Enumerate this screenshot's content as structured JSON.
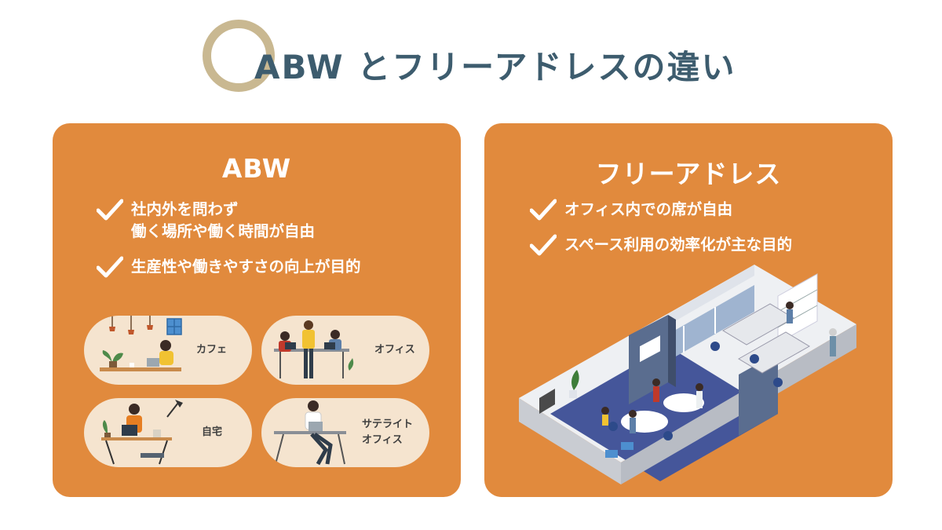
{
  "header": {
    "title": "ABW とフリーアドレスの違い"
  },
  "panels": {
    "abw": {
      "title": "ABW",
      "points": [
        {
          "lines": [
            "社内外を問わず",
            "働く場所や働く時間が自由"
          ]
        },
        {
          "lines": [
            "生産性や働きやすさの向上が目的"
          ]
        }
      ],
      "places": [
        {
          "label_lines": [
            "カフェ"
          ],
          "icon": "cafe-illustration"
        },
        {
          "label_lines": [
            "オフィス"
          ],
          "icon": "office-meeting-illustration"
        },
        {
          "label_lines": [
            "自宅"
          ],
          "icon": "home-desk-illustration"
        },
        {
          "label_lines": [
            "サテライト",
            "オフィス"
          ],
          "icon": "satellite-office-illustration"
        }
      ]
    },
    "free_address": {
      "title": "フリーアドレス",
      "points": [
        {
          "lines": [
            "オフィス内での席が自由"
          ]
        },
        {
          "lines": [
            "スペース利用の効率化が主な目的"
          ]
        }
      ],
      "illustration": "isometric-office-illustration"
    }
  },
  "colors": {
    "panel": "#e18a3d",
    "title_text": "#3d5c6e",
    "ring": "#c9b891",
    "pill": "#f5e4cf"
  }
}
